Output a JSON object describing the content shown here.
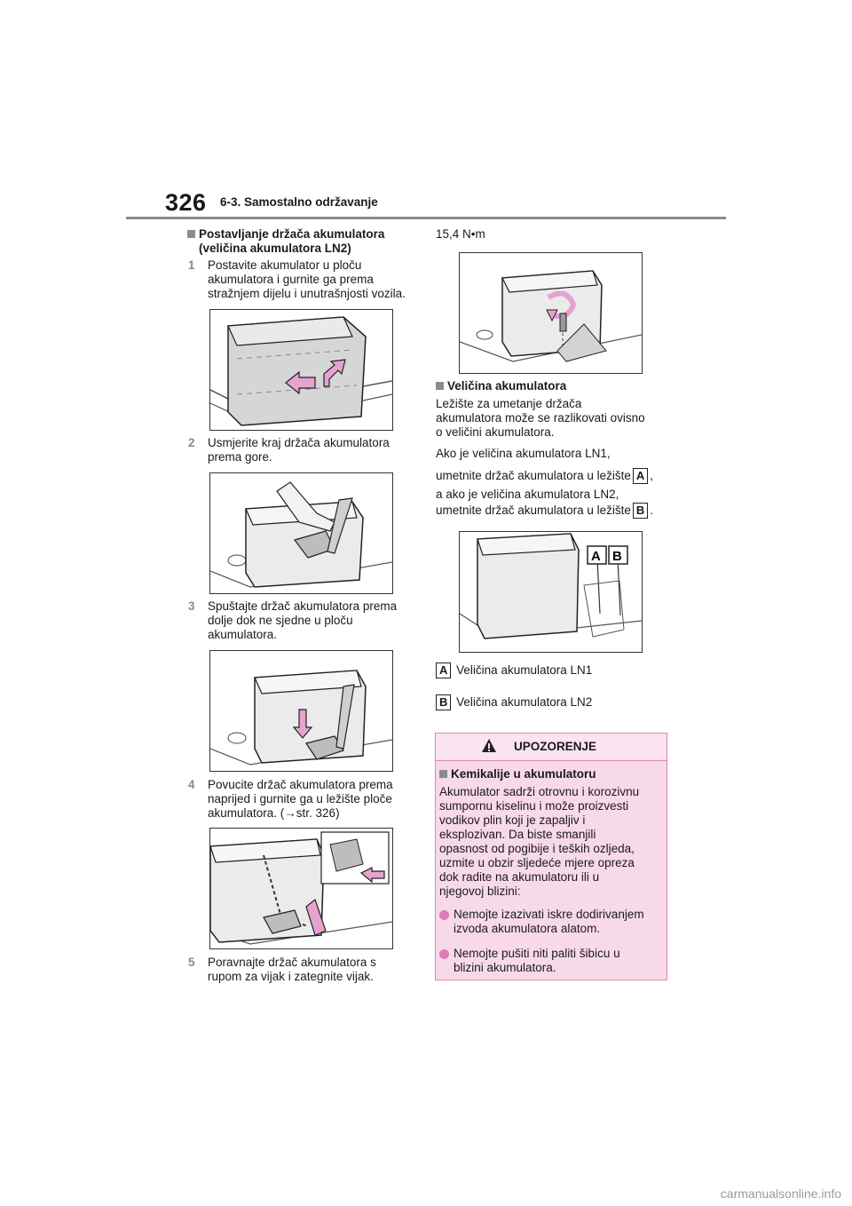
{
  "header": {
    "page_number": "326",
    "chapter": "6-3. Samostalno održavanje"
  },
  "left": {
    "section_title_line1": "Postavljanje držača akumulatora",
    "section_title_line2": "(veličina akumulatora LN2)",
    "steps": [
      {
        "num": "1",
        "lines": [
          "Postavite akumulator u ploču",
          "akumulatora i gurnite ga prema",
          "stražnjem dijelu i unutrašnjosti vozila."
        ]
      },
      {
        "num": "2",
        "lines": [
          "Usmjerite kraj držača akumulatora",
          "prema gore."
        ]
      },
      {
        "num": "3",
        "lines": [
          "Spuštajte držač akumulatora prema",
          "dolje dok ne sjedne u ploču",
          "akumulatora."
        ]
      },
      {
        "num": "4",
        "lines": [
          "Povucite držač akumulatora prema",
          "naprijed i gurnite ga u ležište ploče",
          "akumulatora. (→str. 326)"
        ]
      },
      {
        "num": "5",
        "lines": [
          "Poravnajte držač akumulatora s",
          "rupom za vijak i zategnite vijak."
        ]
      }
    ]
  },
  "right": {
    "torque": "15,4 N•m",
    "size_title": "Veličina akumulatora",
    "size_para": [
      "Ležište za umetanje držača",
      "akumulatora može se razlikovati ovisno",
      "o veličini akumulatora."
    ],
    "ln1_line": "Ako je veličina akumulatora LN1,",
    "insert_a": "umetnite držač akumulatora u ležište",
    "ln2_line": "a ako je veličina akumulatora LN2,",
    "insert_b": "umetnite držač akumulatora u ležište",
    "badge_a": "A",
    "badge_b": "B",
    "legend_a": "Veličina akumulatora LN1",
    "legend_b": "Veličina akumulatora LN2",
    "comma": ",",
    "period": "."
  },
  "warning": {
    "title": "UPOZORENJE",
    "subtitle": "Kemikalije u akumulatoru",
    "para": [
      "Akumulator sadrži otrovnu i korozivnu",
      "sumpornu kiselinu i može proizvesti",
      "vodikov plin koji je zapaljiv i",
      "eksplozivan. Da biste smanjili",
      "opasnost od pogibije i teških ozljeda,",
      "uzmite u obzir sljedeće mjere opreza",
      "dok radite na akumulatoru ili u",
      "njegovoj blizini:"
    ],
    "bullets": [
      [
        "Nemojte izazivati iskre dodirivanjem",
        "izvoda akumulatora alatom."
      ],
      [
        "Nemojte pušiti niti paliti šibicu u",
        "blizini akumulatora."
      ]
    ]
  },
  "footer": {
    "site": "carmanualsonline.info"
  },
  "colors": {
    "accent_gray": "#8c8c8c",
    "warning_bg": "#f8d9ea",
    "warning_border": "#d58ab6",
    "arrow_pink": "#e6a3cf"
  }
}
